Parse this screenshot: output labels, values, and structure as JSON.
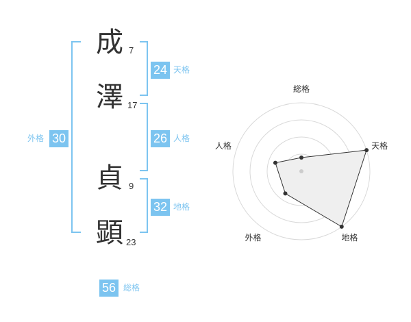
{
  "characters": [
    {
      "char": "成",
      "strokes": "7"
    },
    {
      "char": "澤",
      "strokes": "17"
    },
    {
      "char": "貞",
      "strokes": "9"
    },
    {
      "char": "顕",
      "strokes": "23"
    }
  ],
  "kaku": {
    "tenkaku": {
      "value": "24",
      "label": "天格"
    },
    "jinkaku": {
      "value": "26",
      "label": "人格"
    },
    "chikaku": {
      "value": "32",
      "label": "地格"
    },
    "gaikaku": {
      "value": "30",
      "label": "外格"
    },
    "soukaku": {
      "value": "56",
      "label": "総格"
    }
  },
  "colors": {
    "accent": "#7cc4f0",
    "text": "#333333"
  },
  "chart_data": {
    "type": "radar",
    "axes": [
      "総格",
      "天格",
      "地格",
      "外格",
      "人格"
    ],
    "values": [
      1,
      5,
      5,
      2,
      2
    ],
    "max": 5,
    "rings": 4
  }
}
